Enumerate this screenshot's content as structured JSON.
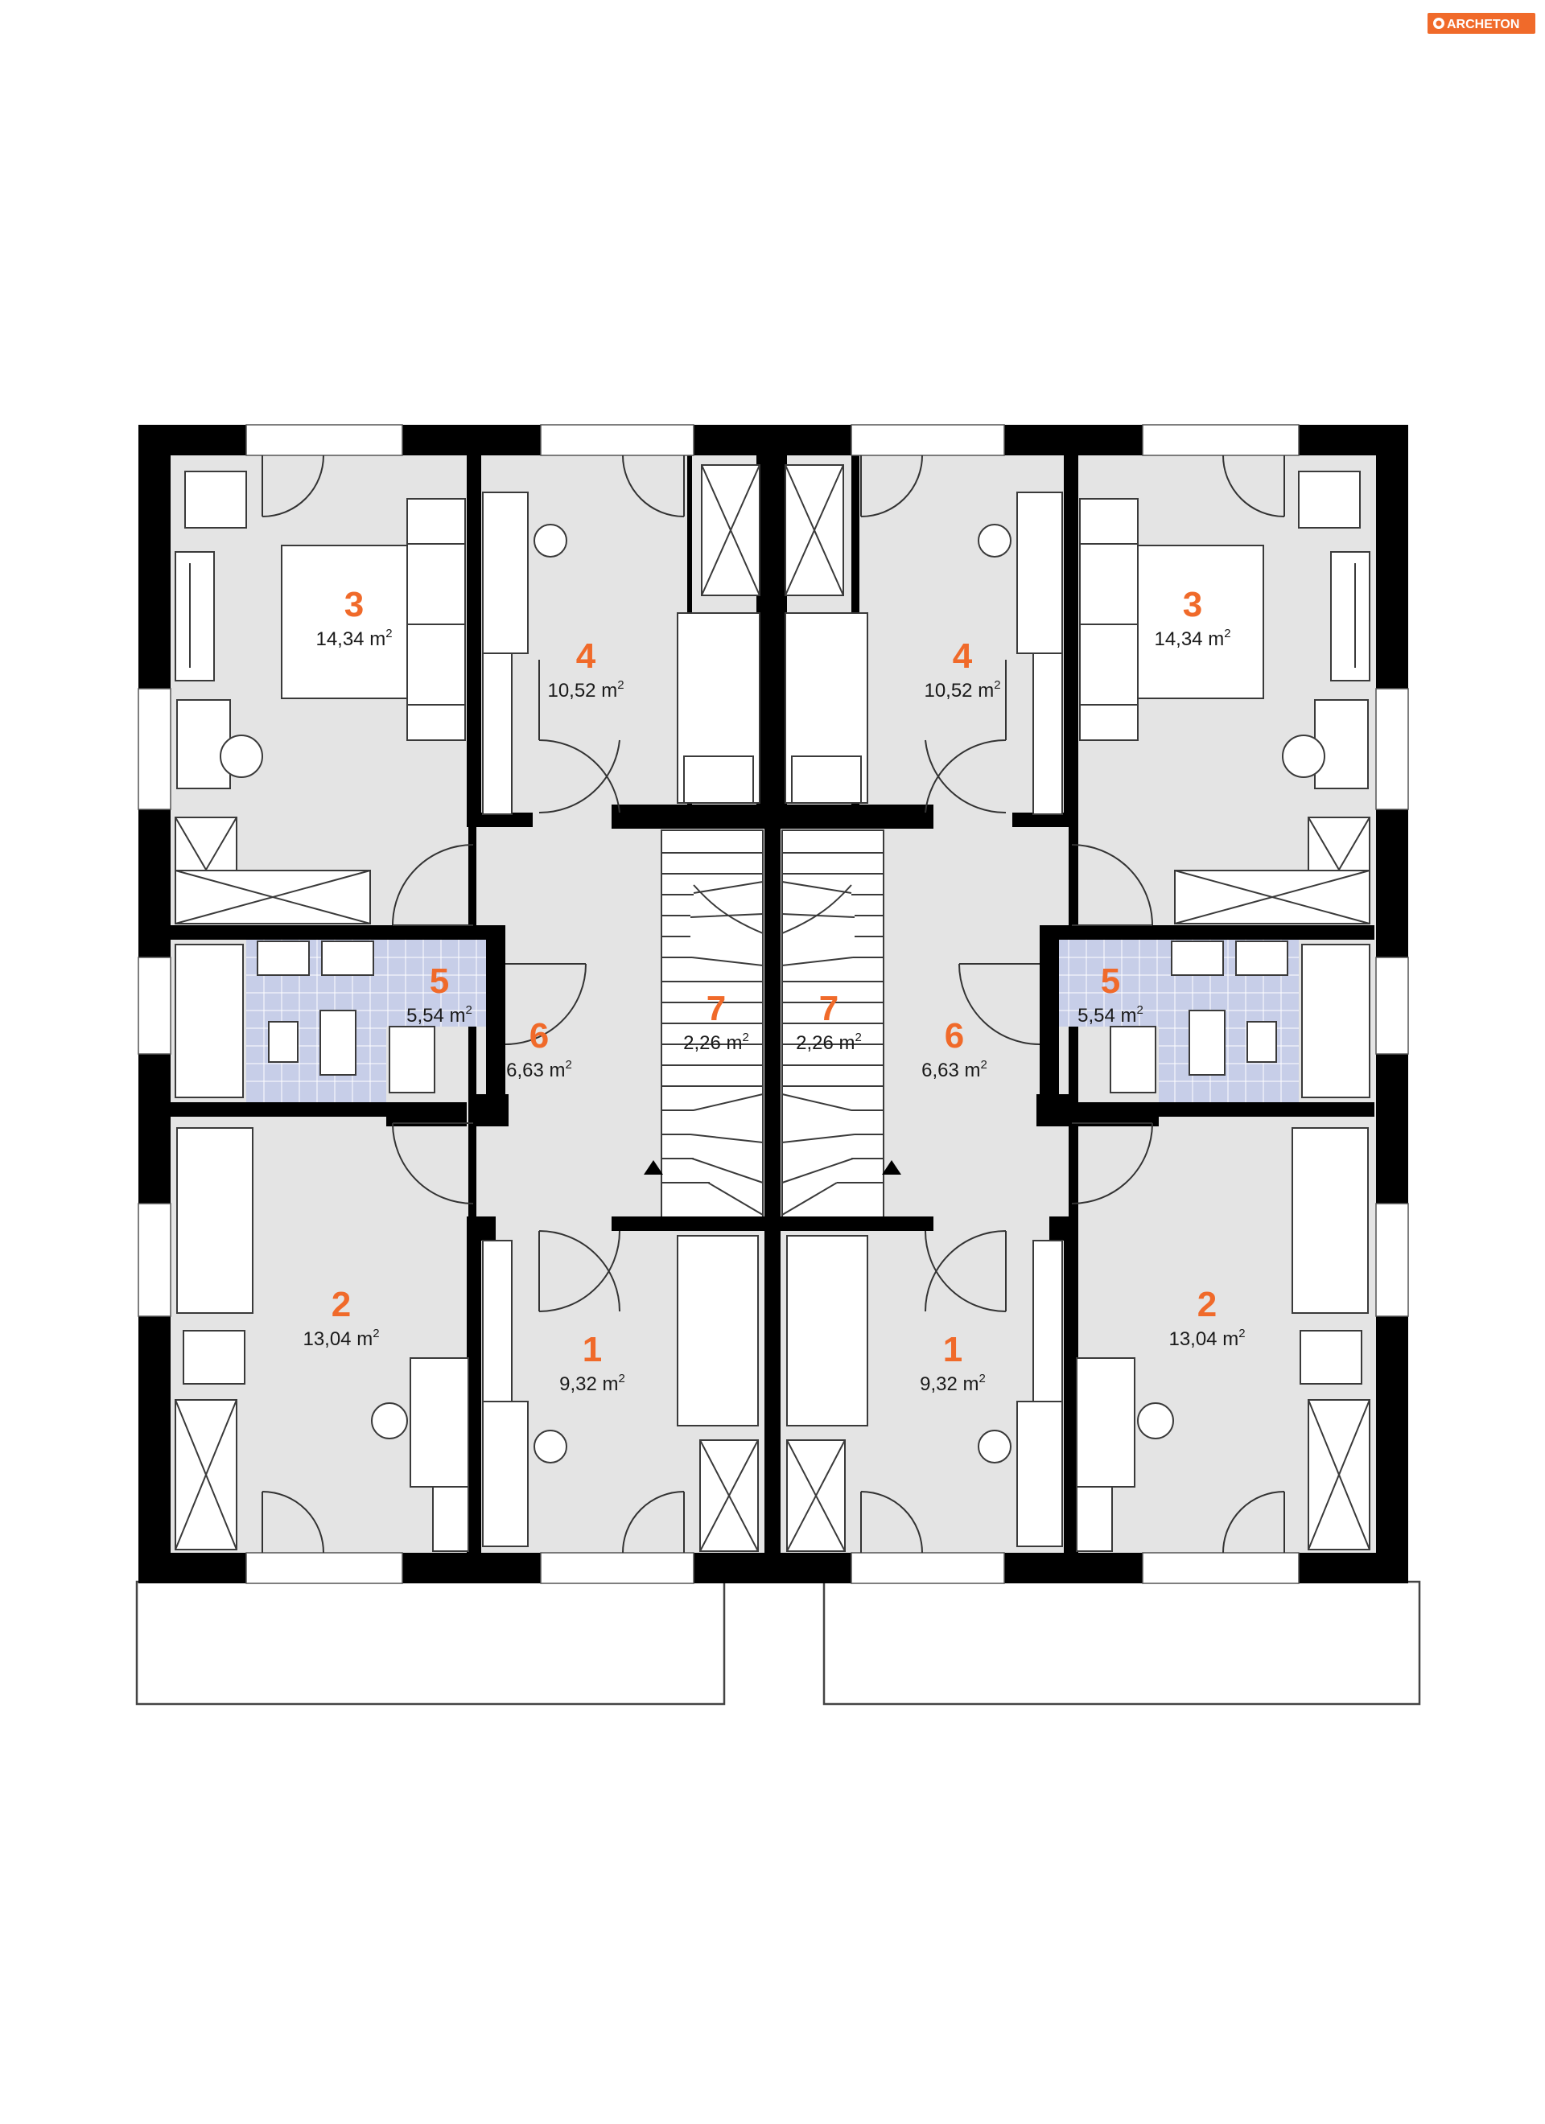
{
  "logo": {
    "text": "ARCHETON"
  },
  "rooms": [
    {
      "id": "L-3",
      "number": "3",
      "area": "14,34 m",
      "sup": "2"
    },
    {
      "id": "L-4",
      "number": "4",
      "area": "10,52 m",
      "sup": "2"
    },
    {
      "id": "L-5",
      "number": "5",
      "area": "5,54 m",
      "sup": "2"
    },
    {
      "id": "L-6",
      "number": "6",
      "area": "6,63 m",
      "sup": "2"
    },
    {
      "id": "L-7",
      "number": "7",
      "area": "2,26 m",
      "sup": "2"
    },
    {
      "id": "L-2",
      "number": "2",
      "area": "13,04 m",
      "sup": "2"
    },
    {
      "id": "L-1",
      "number": "1",
      "area": "9,32 m",
      "sup": "2"
    },
    {
      "id": "R-4",
      "number": "4",
      "area": "10,52 m",
      "sup": "2"
    },
    {
      "id": "R-3",
      "number": "3",
      "area": "14,34 m",
      "sup": "2"
    },
    {
      "id": "R-7",
      "number": "7",
      "area": "2,26 m",
      "sup": "2"
    },
    {
      "id": "R-6",
      "number": "6",
      "area": "6,63 m",
      "sup": "2"
    },
    {
      "id": "R-5",
      "number": "5",
      "area": "5,54 m",
      "sup": "2"
    },
    {
      "id": "R-1",
      "number": "1",
      "area": "9,32 m",
      "sup": "2"
    },
    {
      "id": "R-2",
      "number": "2",
      "area": "13,04 m",
      "sup": "2"
    }
  ],
  "colors": {
    "accent": "#f06a2a",
    "wall": "#000000",
    "floor": "#e4e4e4",
    "bathroom": "#c7cee8"
  }
}
